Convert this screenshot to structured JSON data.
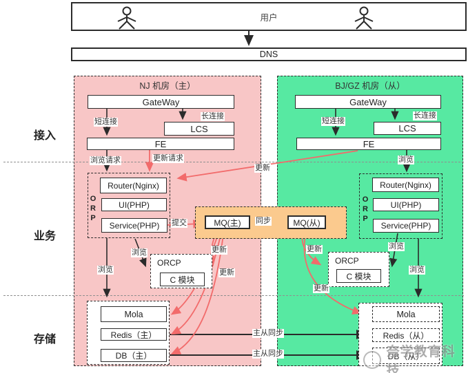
{
  "top": {
    "user": "用户",
    "dns": "DNS"
  },
  "layers": {
    "access": "接入",
    "business": "业务",
    "storage": "存储"
  },
  "master_region": {
    "title": "NJ 机房（主）",
    "gateway": "GateWay",
    "lcs": "LCS",
    "fe": "FE",
    "orp": "ORP",
    "router": "Router(Nginx)",
    "ui": "UI(PHP)",
    "service": "Service(PHP)",
    "orcp": "ORCP",
    "c_module": "C 模块",
    "mola": "Mola",
    "redis": "Redis（主）",
    "db": "DB（主）"
  },
  "slave_region": {
    "title": "BJ/GZ 机房（从）",
    "gateway": "GateWay",
    "lcs": "LCS",
    "fe": "FE",
    "orp": "ORP",
    "router": "Router(Nginx)",
    "ui": "UI(PHP)",
    "service": "Service(PHP)",
    "orcp": "ORCP",
    "c_module": "C 模块",
    "mola": "Mola",
    "redis": "Redis（从）",
    "db": "DB（从）"
  },
  "mq": {
    "master": "MQ(主)",
    "slave": "MQ(从)",
    "sync": "同步"
  },
  "edges": {
    "short_conn": "短连接",
    "long_conn": "长连接",
    "browse_req": "浏览请求",
    "update_req": "更新请求",
    "update": "更新",
    "submit": "提交",
    "browse": "浏览",
    "master_slave_sync": "主从同步"
  },
  "watermark": "奈学教育科技",
  "colors": {
    "master_bg": "#f8c6c6",
    "slave_bg": "#57e9a2",
    "mq_bg": "#fbca8e",
    "red": "#f26b6b",
    "black": "#2b2b2b"
  }
}
